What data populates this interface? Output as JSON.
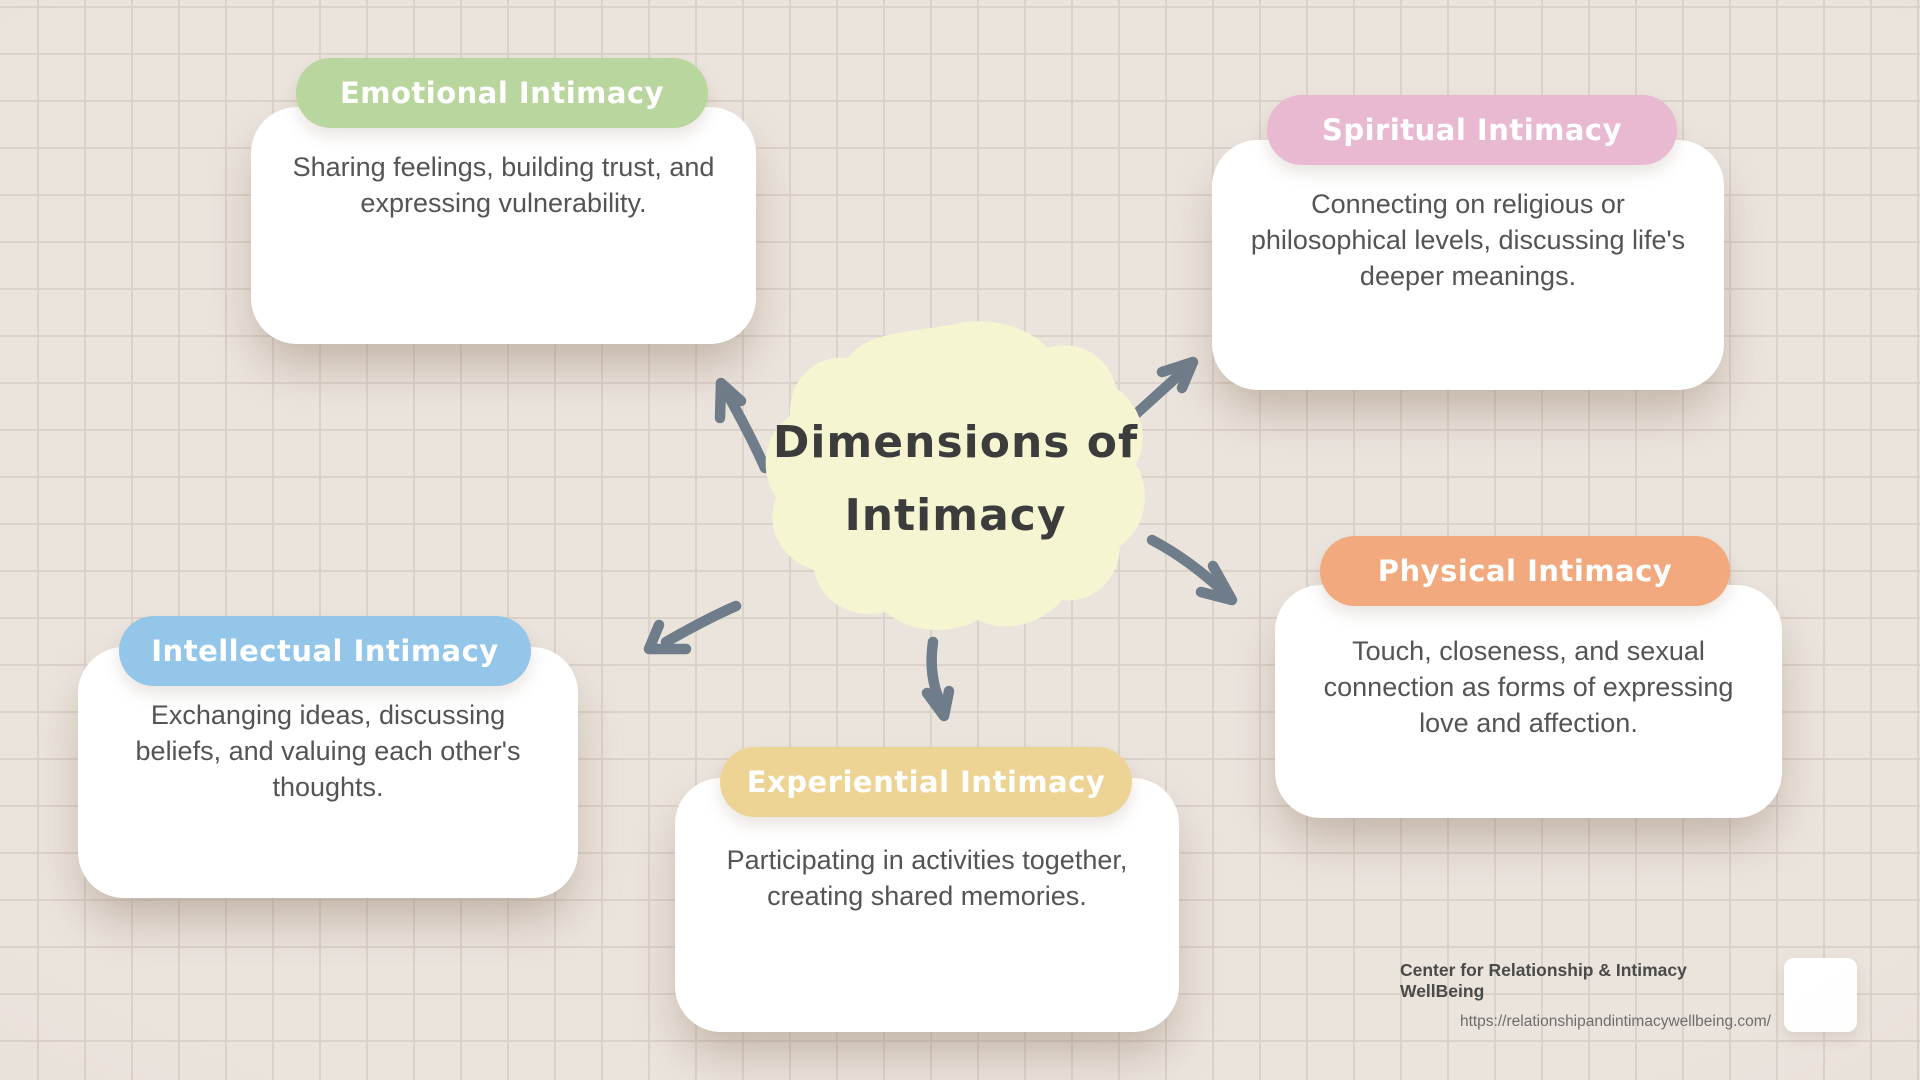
{
  "title": {
    "line1": "Dimensions of",
    "line2": "Intimacy"
  },
  "nodes": [
    {
      "id": "emotional",
      "label": "Emotional Intimacy",
      "description": "Sharing feelings, building trust, and expressing vulnerability.",
      "color": "#B9D69E"
    },
    {
      "id": "spiritual",
      "label": "Spiritual Intimacy",
      "description": "Connecting on religious or philosophical levels, discussing life's deeper meanings.",
      "color": "#E9B9D2"
    },
    {
      "id": "intellectual",
      "label": "Intellectual Intimacy",
      "description": "Exchanging ideas, discussing beliefs, and valuing each other's thoughts.",
      "color": "#93C6E9"
    },
    {
      "id": "experiential",
      "label": "Experiential Intimacy",
      "description": "Participating in activities together, creating shared memories.",
      "color": "#EDD495"
    },
    {
      "id": "physical",
      "label": "Physical Intimacy",
      "description": "Touch, closeness, and sexual connection as forms of expressing love and affection.",
      "color": "#F1A97D"
    }
  ],
  "footer": {
    "org": "Center for Relationship & Intimacy WellBeing",
    "url": "https://relationshipandintimacywellbeing.com/"
  },
  "colors": {
    "background": "#EBE4DD",
    "grid_line": "#DBD2CA",
    "center_blob": "#F5F5D2",
    "card": "#FFFFFF",
    "arrow": "#6F7C8A",
    "title_text": "#3C3C3C",
    "body_text": "#545454"
  }
}
